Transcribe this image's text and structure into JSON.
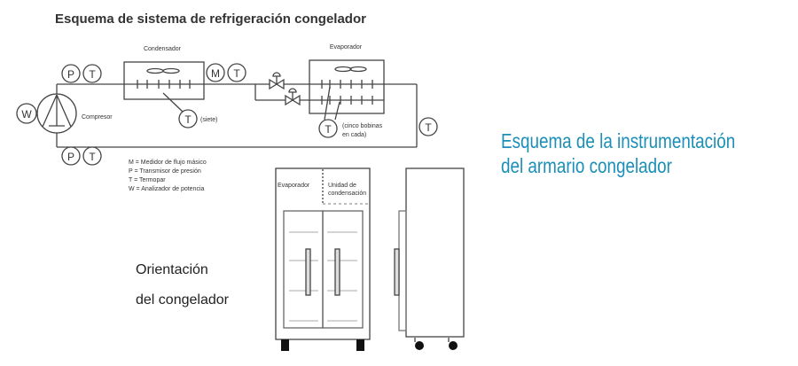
{
  "title": "Esquema de sistema de refrigeración congelador",
  "components": {
    "condenser": "Condensador",
    "evaporator": "Evaporador",
    "compressor": "Compresor",
    "sensor_p": "P",
    "sensor_t": "T",
    "sensor_m": "M",
    "sensor_w": "W",
    "t_seven_note": "(siete)",
    "t_five_note_1": "(cinco bobinas",
    "t_five_note_2": "en cada)"
  },
  "legend": [
    "M = Medidor de flujo másico",
    "P = Transmisor de presión",
    "T = Termopar",
    "W = Analizador de potencia"
  ],
  "freezer": {
    "evaporator_label": "Evaporador",
    "condensing_label_1": "Unidad de",
    "condensing_label_2": "condensación"
  },
  "orientation": {
    "line1": "Orientación",
    "line2": "del congelador"
  },
  "caption": {
    "line1": "Esquema de la instrumentación",
    "line2": "del armario congelador",
    "color": "#1b8fb8"
  }
}
